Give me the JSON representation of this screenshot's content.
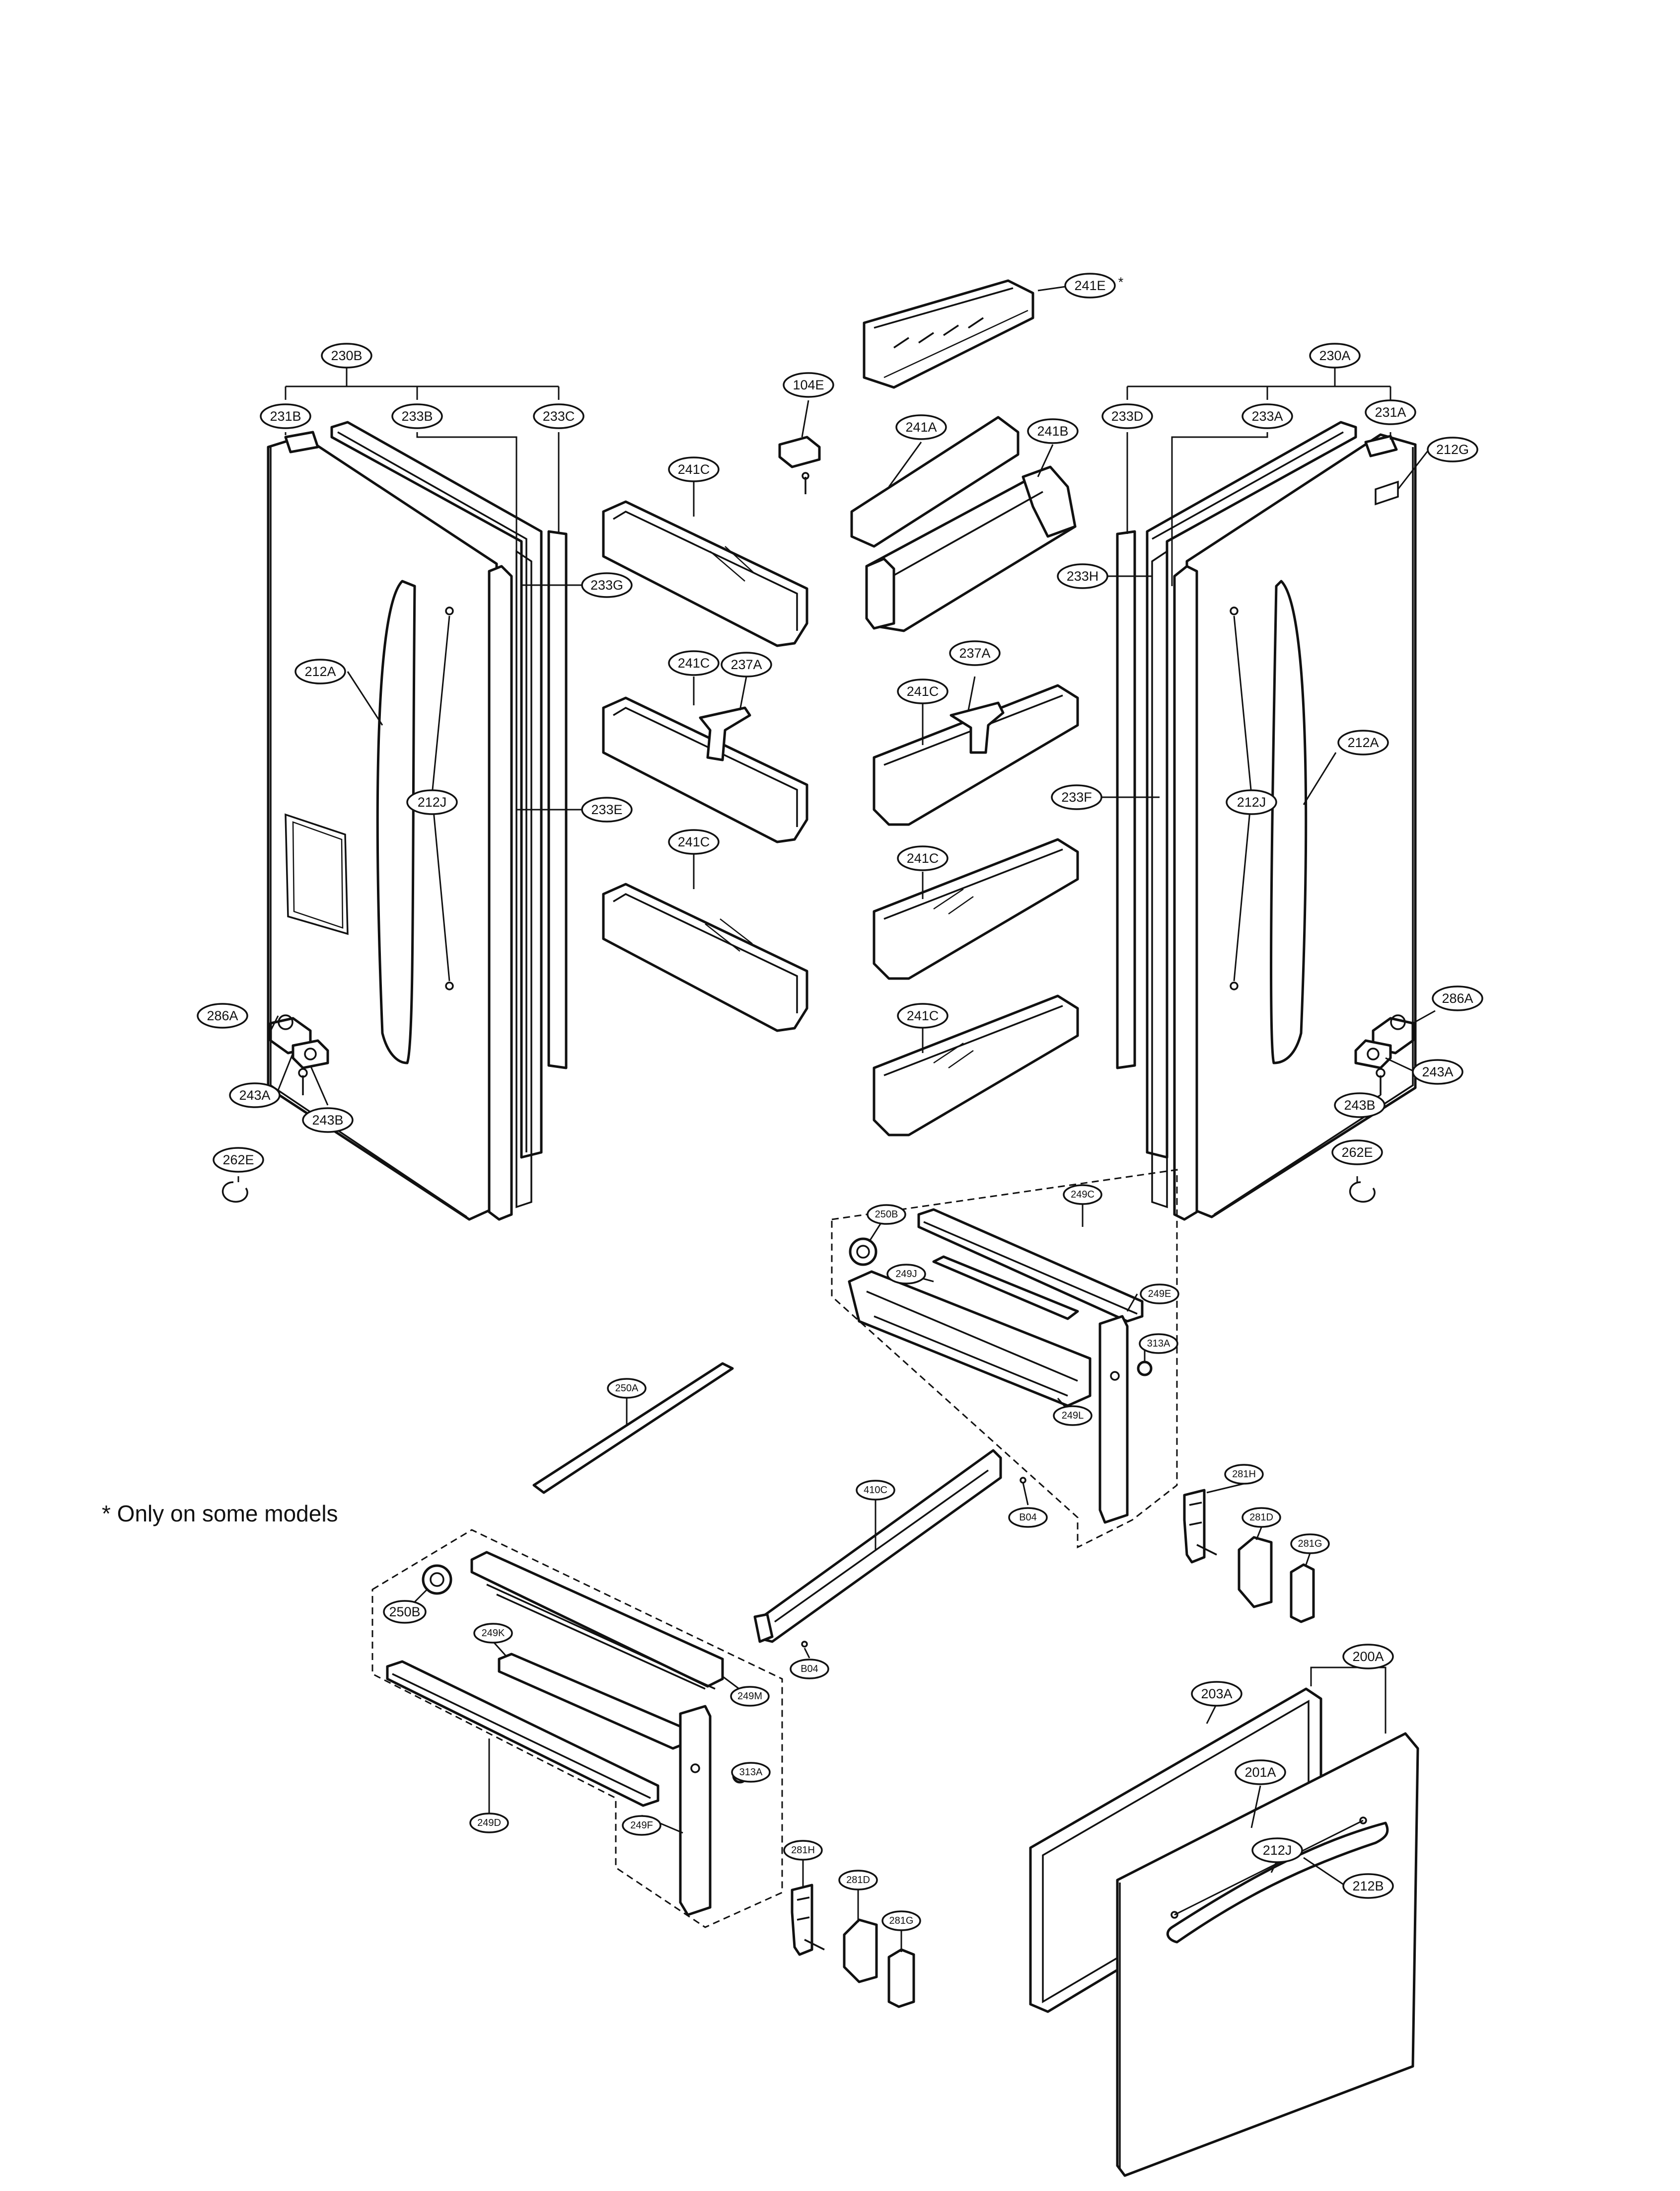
{
  "diagram": {
    "labels": {
      "l230B": "230B",
      "l231B": "231B",
      "l233B": "233B",
      "l233C": "233C",
      "l233G": "233G",
      "l233E": "233E",
      "l212A_left": "212A",
      "l212J_left": "212J",
      "l286A_left": "286A",
      "l243A_left": "243A",
      "l243B_left": "243B",
      "l262E_left": "262E",
      "l104E": "104E",
      "l241E": "241E",
      "l241A": "241A",
      "l241B": "241B",
      "l241C_1": "241C",
      "l241C_2": "241C",
      "l241C_3": "241C",
      "l241C_4": "241C",
      "l241C_5": "241C",
      "l241C_6": "241C",
      "l237A_left": "237A",
      "l237A_right": "237A",
      "l230A": "230A",
      "l233D": "233D",
      "l233A": "233A",
      "l231A": "231A",
      "l212G": "212G",
      "l233H": "233H",
      "l233F": "233F",
      "l212A_right": "212A",
      "l212J_right": "212J",
      "l286A_right": "286A",
      "l243A_right": "243A",
      "l243B_right": "243B",
      "l262E_right": "262E",
      "l249C": "249C",
      "l250B_upper": "250B",
      "l249J": "249J",
      "l249E": "249E",
      "l313A_upper": "313A",
      "l249L": "249L",
      "l250A": "250A",
      "l410C": "410C",
      "lB04_upper": "B04",
      "lB04_lower": "B04",
      "l281H_upper": "281H",
      "l281D_upper": "281D",
      "l281G_upper": "281G",
      "l250B_lower": "250B",
      "l249K": "249K",
      "l249M": "249M",
      "l313A_lower": "313A",
      "l249D": "249D",
      "l249F": "249F",
      "l281H_lower": "281H",
      "l281D_lower": "281D",
      "l281G_lower": "281G",
      "l200A": "200A",
      "l203A": "203A",
      "l201A": "201A",
      "l212J_drawer": "212J",
      "l212B": "212B"
    },
    "asterisk": "*",
    "footnote": "* Only on some models"
  }
}
